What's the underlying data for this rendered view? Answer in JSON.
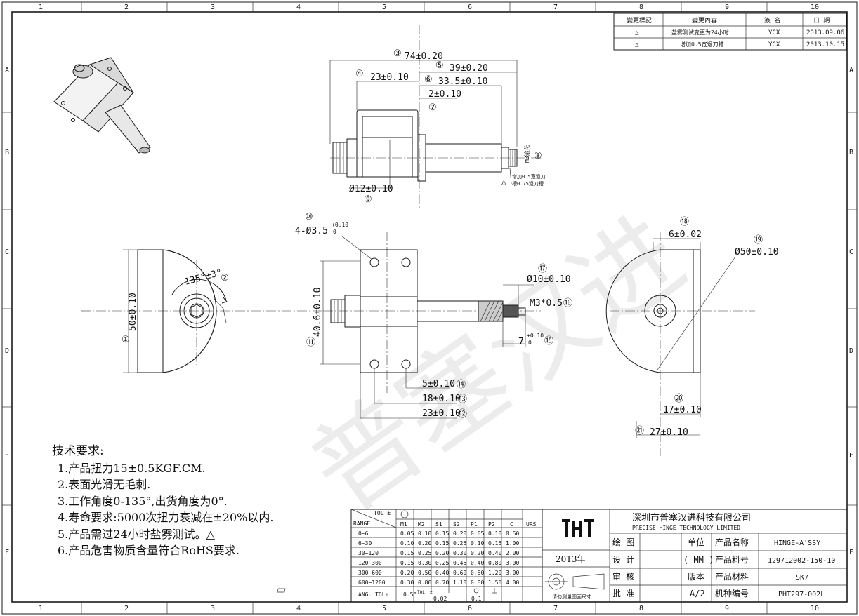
{
  "border": {
    "columns": [
      "1",
      "2",
      "3",
      "4",
      "5",
      "6",
      "7",
      "8",
      "9",
      "10"
    ],
    "rows": [
      "A",
      "B",
      "C",
      "D",
      "E",
      "F"
    ]
  },
  "revision_table": {
    "headers": [
      "變更標記",
      "變更內容",
      "簽 名",
      "日 期"
    ],
    "rows": [
      {
        "mark": "△",
        "content": "盐雾测试变更为24小时",
        "sign": "YCX",
        "date": "2013.09.06"
      },
      {
        "mark": "△",
        "content": "增加0.5宽退刀槽",
        "sign": "YCX",
        "date": "2013.10.15"
      }
    ]
  },
  "top_view": {
    "dims": [
      {
        "num": "③",
        "text": "74±0.20"
      },
      {
        "num": "④",
        "text": "23±0.10"
      },
      {
        "num": "⑤",
        "text": "39±0.20"
      },
      {
        "num": "⑥",
        "text": "33.5±0.10"
      },
      {
        "num": "⑦",
        "text": "2±0.10"
      },
      {
        "num": "⑧",
        "text": "M3滚花"
      },
      {
        "num": "⑨",
        "text": "Ø12±0.10"
      }
    ],
    "groove_note_1": "增加0.5宽退刀",
    "groove_note_2": "槽0.75退刀槽",
    "groove_mark": "△"
  },
  "left_view": {
    "angle_label": "135°±3°",
    "angle_num": "②",
    "height_label": "50±0.10",
    "height_num": "①"
  },
  "front_view": {
    "hole_num": "⑩",
    "hole_label": "4-Ø3.5",
    "hole_tol_upper": "+0.10",
    "hole_tol_lower": "0",
    "plate_height": "40.6±0.10",
    "plate_height_num": "⑪",
    "shaft_dia": "Ø10±0.10",
    "shaft_dia_num": "⑰",
    "thread": "M3*0.5",
    "thread_num": "⑯",
    "thread_len": "7",
    "thread_len_tol_upper": "+0.10",
    "thread_len_tol_lower": "0",
    "thread_len_num": "⑮",
    "dim_5": "5±0.10",
    "dim_5_num": "⑭",
    "dim_18": "18±0.10",
    "dim_18_num": "⑬",
    "dim_23": "23±0.10",
    "dim_23_num": "⑫"
  },
  "right_view": {
    "thick_num": "⑱",
    "thick_label": "6±0.02",
    "dia_num": "⑲",
    "dia_label": "Ø50±0.10",
    "d17_num": "⑳",
    "d17_label": "17±0.10",
    "d27_num": "㉑",
    "d27_label": "27±0.10"
  },
  "watermark": "普塞汉进",
  "notes": {
    "title": "技术要求:",
    "items": [
      "1.产品扭力15±0.5KGF.CM.",
      "2.表面光滑无毛刺.",
      "3.工作角度0-135°,出货角度为0°.",
      "4.寿命要求:5000次扭力衰减在±20%以内.",
      "5.产品需过24小时盐雾测试。△",
      "6.产品危害物质含量符合RoHS要求."
    ]
  },
  "tolerance_table": {
    "corner_top": "TOL ±",
    "corner_bottom": "RANGE",
    "headers": [
      "M1",
      "M2",
      "S1",
      "S2",
      "P1",
      "P2",
      "C",
      "URS"
    ],
    "rows": [
      {
        "range": "0~6",
        "values": [
          "0.05",
          "0.10",
          "0.15",
          "0.20",
          "0.05",
          "0.10",
          "0.50",
          ""
        ]
      },
      {
        "range": "6~30",
        "values": [
          "0.10",
          "0.20",
          "0.15",
          "0.25",
          "0.10",
          "0.15",
          "1.00",
          ""
        ]
      },
      {
        "range": "30~120",
        "values": [
          "0.15",
          "0.25",
          "0.20",
          "0.30",
          "0.20",
          "0.40",
          "2.00",
          ""
        ]
      },
      {
        "range": "120~300",
        "values": [
          "0.15",
          "0.30",
          "0.25",
          "0.45",
          "0.40",
          "0.80",
          "3.00",
          ""
        ]
      },
      {
        "range": "300~600",
        "values": [
          "0.20",
          "0.50",
          "0.40",
          "0.60",
          "0.60",
          "1.20",
          "3.00",
          ""
        ]
      },
      {
        "range": "600~1200",
        "values": [
          "0.30",
          "0.80",
          "0.70",
          "1.10",
          "0.80",
          "1.50",
          "4.00",
          ""
        ]
      }
    ],
    "ang_label": "ANG. TOL±",
    "ang_value": "0.5°",
    "tol_label": "TOL. ±",
    "geo_values": [
      "0.02",
      "0.1"
    ]
  },
  "title_block": {
    "logo": "PHT",
    "year": "2013年",
    "projection_note": "请勿测量图面尺寸",
    "company_cn": "深圳市普塞汉进科技有限公司",
    "company_en": "PRECISE HINGE TECHNOLOGY LIMITED",
    "role_labels": [
      "绘 图",
      "设 计",
      "审 核",
      "批 准"
    ],
    "unit_label": "单位",
    "unit_value": "( MM )",
    "version_label": "版本",
    "version_value": "A/2",
    "fields": [
      {
        "label": "产品名称",
        "value": "HINGE-A'SSY"
      },
      {
        "label": "产品料号",
        "value": "129712002-150-10"
      },
      {
        "label": "产品材料",
        "value": "SK7"
      },
      {
        "label": "机种编号",
        "value": "PHT297-002L"
      }
    ]
  }
}
